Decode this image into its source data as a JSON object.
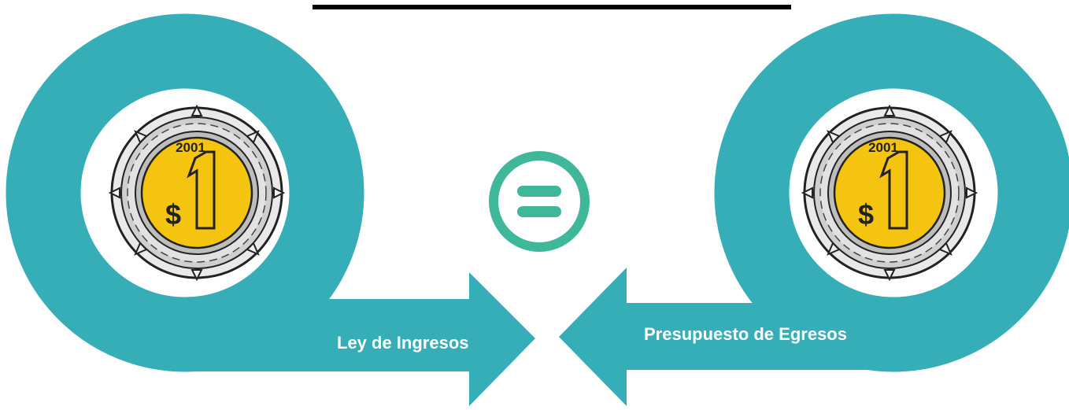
{
  "diagram": {
    "left_label": "Ley de Ingresos",
    "right_label": "Presupuesto de Egresos",
    "coin": {
      "year": "2001",
      "currency": "$",
      "denomination": "1"
    },
    "center_icon": "equals-icon",
    "colors": {
      "loop": "#35aeb8",
      "equals": "#3fb89a",
      "coin_gold": "#f4c411",
      "coin_ring": "#d8d8d8",
      "coin_outline": "#222222"
    }
  }
}
